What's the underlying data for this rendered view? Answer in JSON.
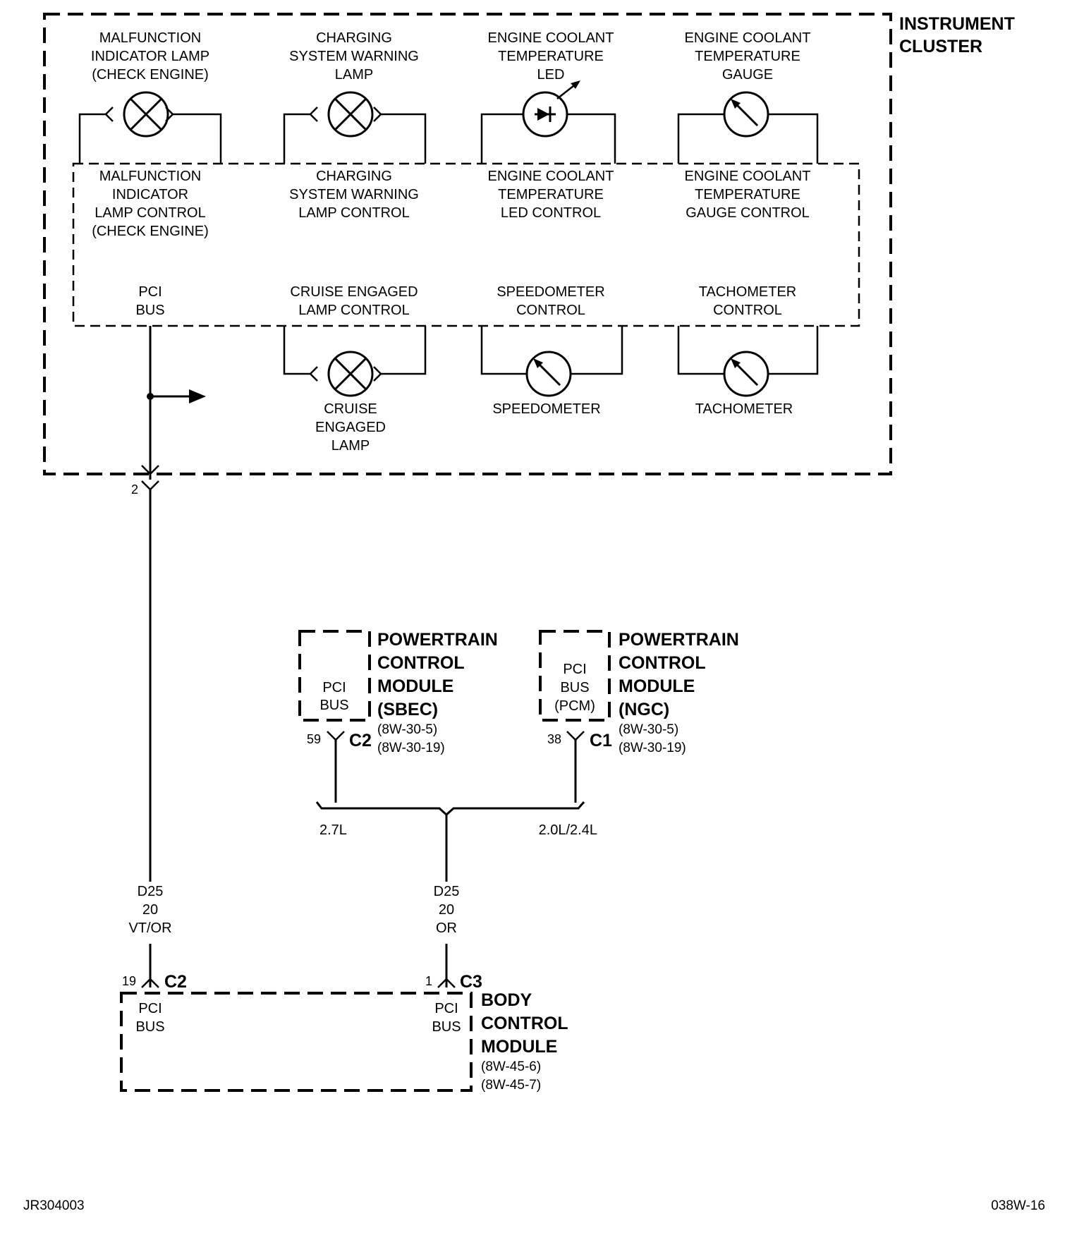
{
  "instrument_cluster": {
    "title_lines": [
      "INSTRUMENT",
      "CLUSTER"
    ],
    "devices": {
      "mil": [
        "MALFUNCTION",
        "INDICATOR LAMP",
        "(CHECK ENGINE)"
      ],
      "charging": [
        "CHARGING",
        "SYSTEM WARNING",
        "LAMP"
      ],
      "ect_led": [
        "ENGINE COOLANT",
        "TEMPERATURE",
        "LED"
      ],
      "ect_gauge": [
        "ENGINE COOLANT",
        "TEMPERATURE",
        "GAUGE"
      ],
      "cruise": [
        "CRUISE",
        "ENGAGED",
        "LAMP"
      ],
      "speedometer": [
        "SPEEDOMETER"
      ],
      "tachometer": [
        "TACHOMETER"
      ]
    },
    "controls": {
      "mil": [
        "MALFUNCTION",
        "INDICATOR",
        "LAMP CONTROL",
        "(CHECK ENGINE)"
      ],
      "charging": [
        "CHARGING",
        "SYSTEM WARNING",
        "LAMP CONTROL"
      ],
      "ect_led": [
        "ENGINE COOLANT",
        "TEMPERATURE",
        "LED CONTROL"
      ],
      "ect_gauge": [
        "ENGINE COOLANT",
        "TEMPERATURE",
        "GAUGE CONTROL"
      ],
      "pci": [
        "PCI",
        "BUS"
      ],
      "cruise": [
        "CRUISE ENGAGED",
        "LAMP CONTROL"
      ],
      "speedometer": [
        "SPEEDOMETER",
        "CONTROL"
      ],
      "tachometer": [
        "TACHOMETER",
        "CONTROL"
      ]
    },
    "pin": "2"
  },
  "pcm_sbec": {
    "title_lines": [
      "POWERTRAIN",
      "CONTROL",
      "MODULE",
      "(SBEC)"
    ],
    "refs": [
      "(8W-30-5)",
      "(8W-30-19)"
    ],
    "inner": [
      "PCI",
      "BUS"
    ],
    "pin": "59",
    "connector": "C2"
  },
  "pcm_ngc": {
    "title_lines": [
      "POWERTRAIN",
      "CONTROL",
      "MODULE",
      "(NGC)"
    ],
    "refs": [
      "(8W-30-5)",
      "(8W-30-19)"
    ],
    "inner": [
      "PCI",
      "BUS",
      "(PCM)"
    ],
    "pin": "38",
    "connector": "C1"
  },
  "splice": {
    "left": "2.7L",
    "right": "2.0L/2.4L"
  },
  "wire_left": [
    "D25",
    "20",
    "VT/OR"
  ],
  "wire_right": [
    "D25",
    "20",
    "OR"
  ],
  "bcm": {
    "title_lines": [
      "BODY",
      "CONTROL",
      "MODULE"
    ],
    "refs": [
      "(8W-45-6)",
      "(8W-45-7)"
    ],
    "left": {
      "pin": "19",
      "connector": "C2",
      "inner": [
        "PCI",
        "BUS"
      ]
    },
    "right": {
      "pin": "1",
      "connector": "C3",
      "inner": [
        "PCI",
        "BUS"
      ]
    }
  },
  "footer": {
    "left": "JR304003",
    "right": "038W-16"
  }
}
